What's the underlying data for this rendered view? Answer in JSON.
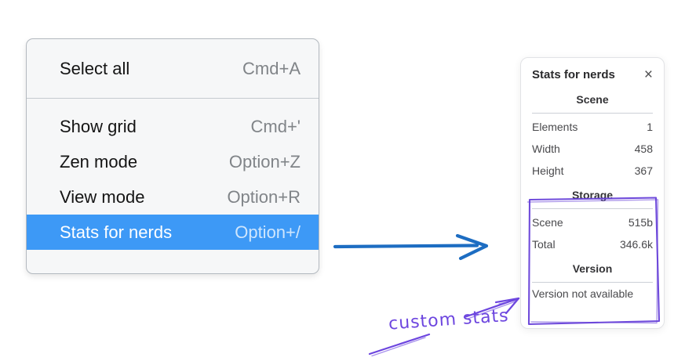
{
  "menu": {
    "sections": [
      {
        "items": [
          {
            "label": "Select all",
            "shortcut": "Cmd+A"
          }
        ]
      },
      {
        "items": [
          {
            "label": "Show grid",
            "shortcut": "Cmd+'"
          },
          {
            "label": "Zen mode",
            "shortcut": "Option+Z"
          },
          {
            "label": "View mode",
            "shortcut": "Option+R"
          },
          {
            "label": "Stats for nerds",
            "shortcut": "Option+/"
          }
        ]
      }
    ],
    "highlighted_item": "Stats for nerds"
  },
  "stats_panel": {
    "title": "Stats for nerds",
    "close_label": "×",
    "scene": {
      "header": "Scene",
      "rows": [
        {
          "label": "Elements",
          "value": "1"
        },
        {
          "label": "Width",
          "value": "458"
        },
        {
          "label": "Height",
          "value": "367"
        }
      ]
    },
    "storage": {
      "header": "Storage",
      "rows": [
        {
          "label": "Scene",
          "value": "515b"
        },
        {
          "label": "Total",
          "value": "346.6k"
        }
      ]
    },
    "version": {
      "header": "Version",
      "note": "Version not available"
    }
  },
  "annotation": {
    "label": "custom stats"
  },
  "colors": {
    "menu_highlight": "#3d99f6",
    "menu_background": "#f6f7f8",
    "arrow_blue": "#1d6dc2",
    "annotation_purple": "#6d46df",
    "sketch_rect_purple": "#6741d9"
  }
}
